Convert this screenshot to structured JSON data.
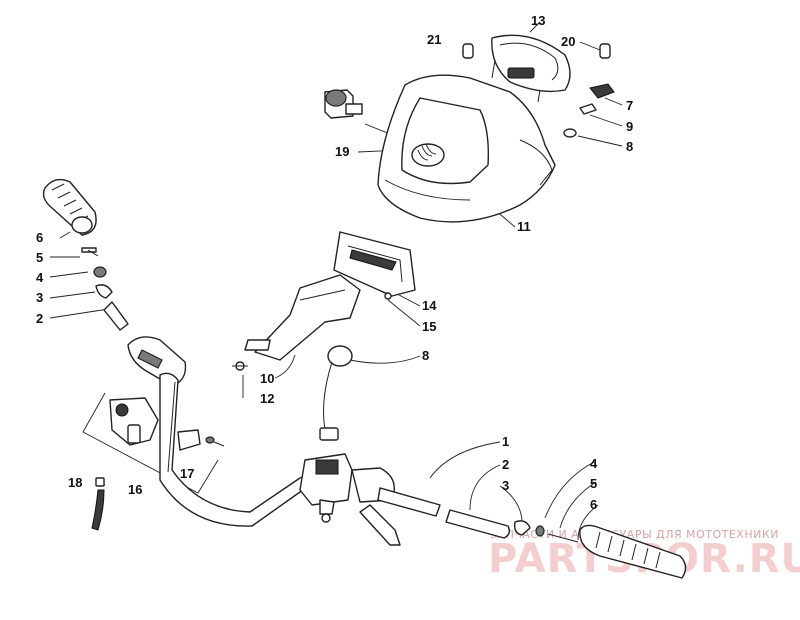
{
  "callouts": [
    {
      "id": "c13",
      "text": "13"
    },
    {
      "id": "c21",
      "text": "21"
    },
    {
      "id": "c20",
      "text": "20"
    },
    {
      "id": "c7",
      "text": "7"
    },
    {
      "id": "c9",
      "text": "9"
    },
    {
      "id": "c8a",
      "text": "8"
    },
    {
      "id": "c19",
      "text": "19"
    },
    {
      "id": "c11",
      "text": "11"
    },
    {
      "id": "c6a",
      "text": "6"
    },
    {
      "id": "c5a",
      "text": "5"
    },
    {
      "id": "c4a",
      "text": "4"
    },
    {
      "id": "c3a",
      "text": "3"
    },
    {
      "id": "c2a",
      "text": "2"
    },
    {
      "id": "c14",
      "text": "14"
    },
    {
      "id": "c15",
      "text": "15"
    },
    {
      "id": "c8b",
      "text": "8"
    },
    {
      "id": "c10",
      "text": "10"
    },
    {
      "id": "c12",
      "text": "12"
    },
    {
      "id": "c1",
      "text": "1"
    },
    {
      "id": "c2b",
      "text": "2"
    },
    {
      "id": "c3b",
      "text": "3"
    },
    {
      "id": "c4b",
      "text": "4"
    },
    {
      "id": "c5b",
      "text": "5"
    },
    {
      "id": "c6b",
      "text": "6"
    },
    {
      "id": "c17",
      "text": "17"
    },
    {
      "id": "c16",
      "text": "16"
    },
    {
      "id": "c18",
      "text": "18"
    }
  ],
  "watermark": {
    "tagline": "ЗАПЧАСТИ И АКСЕССУАРЫ ДЛЯ МОТОТЕХНИКИ",
    "brand": "PARTSPOR.RU"
  },
  "colors": {
    "line": "#222222",
    "watermark": "#f2c6c6"
  }
}
